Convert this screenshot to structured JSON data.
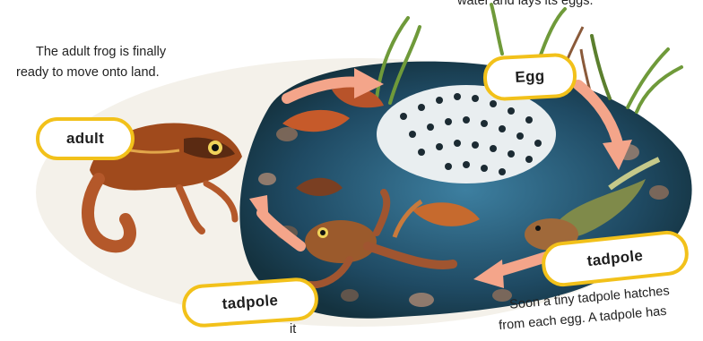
{
  "captions": {
    "top_right_fragment": "water and lays its eggs.",
    "adult_ready_line1": "The adult frog is finally",
    "adult_ready_line2": "ready to move onto land.",
    "tadpole_hatch_line1": "Soon a tiny tadpole hatches",
    "tadpole_hatch_line2": "from each egg. A tadpole has",
    "bottom_fragment": "it"
  },
  "stages": {
    "egg": "Egg",
    "tadpole_right": "tadpole",
    "tadpole_left": "tadpole",
    "adult": "adult"
  },
  "colors": {
    "pill_border": "#f2c11a",
    "arrow": "#f4a58a",
    "pond_water": "#1f4a63",
    "frog_body": "#a04a1c"
  },
  "icons": {
    "cycle_arrows": "curved-arrow-icon",
    "frog": "frog-illustration"
  }
}
